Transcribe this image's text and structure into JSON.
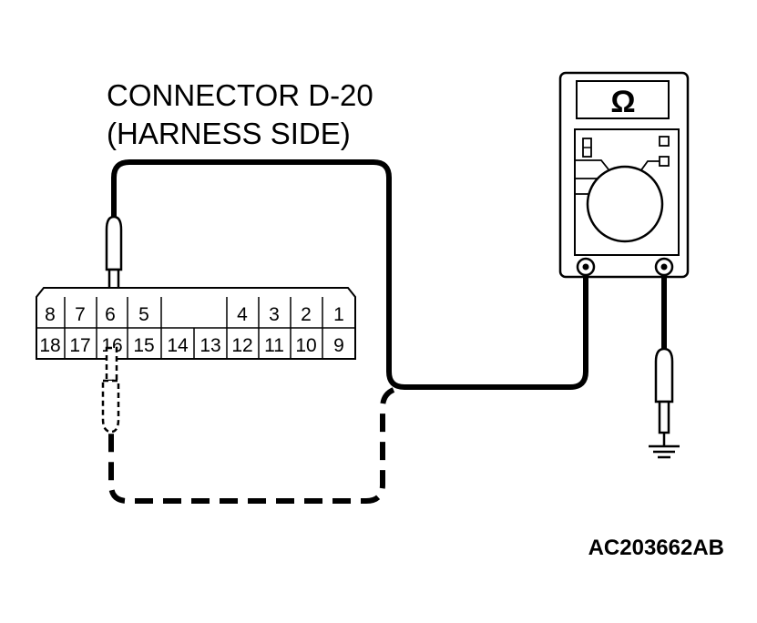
{
  "connector": {
    "title_line1": "CONNECTOR D-20",
    "title_line2": "(HARNESS SIDE)",
    "top_row": [
      "8",
      "7",
      "6",
      "5",
      "",
      "4",
      "3",
      "2",
      "1"
    ],
    "bottom_row": [
      "18",
      "17",
      "16",
      "15",
      "14",
      "13",
      "12",
      "11",
      "10",
      "9"
    ]
  },
  "meter": {
    "display_symbol": "Ω"
  },
  "figure_code": "AC203662AB"
}
